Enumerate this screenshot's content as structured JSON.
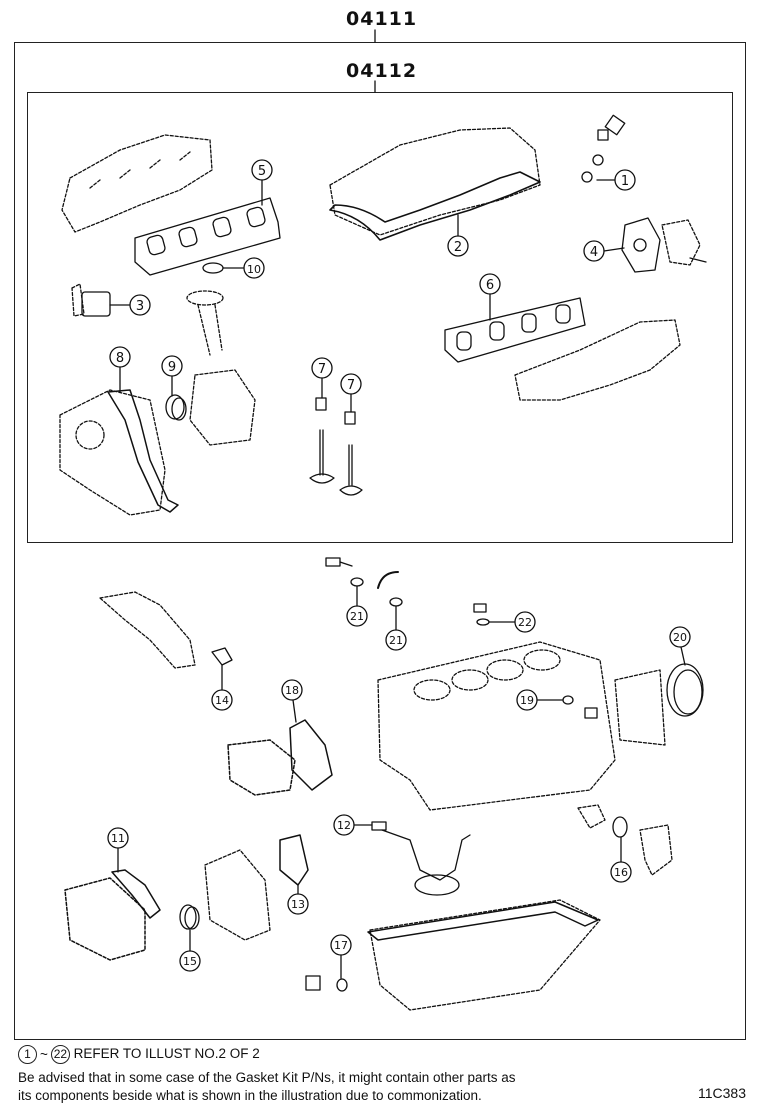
{
  "kit_outer": "04111",
  "kit_inner": "04112",
  "callouts": [
    "1",
    "2",
    "3",
    "4",
    "5",
    "6",
    "7",
    "7",
    "8",
    "9",
    "10",
    "21",
    "21",
    "22",
    "20",
    "14",
    "18",
    "19",
    "11",
    "12",
    "16",
    "13",
    "15",
    "17"
  ],
  "note": {
    "range_start": "1",
    "range_sep": "~",
    "range_end": "22",
    "refer": "REFER TO ILLUST NO.2 OF 2",
    "line2": "Be advised that in some case of the Gasket Kit P/Ns,  it might contain other parts as",
    "line3": "its components beside what is shown in the illustration due to commonization."
  },
  "illustration_ref": "11C383"
}
